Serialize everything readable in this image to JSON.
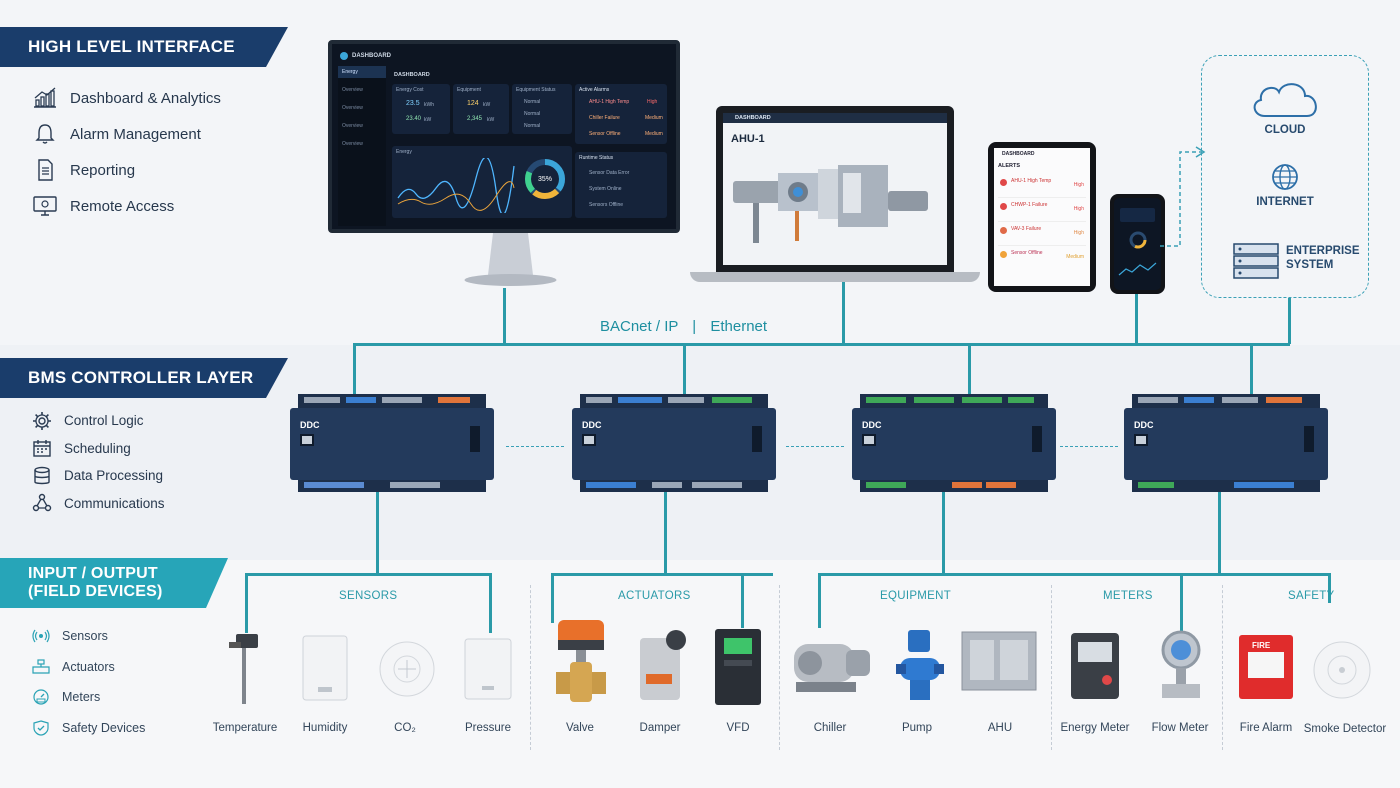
{
  "layers": {
    "high_level": {
      "title": "HIGH LEVEL INTERFACE",
      "items": [
        "Dashboard & Analytics",
        "Alarm Management",
        "Reporting",
        "Remote Access"
      ]
    },
    "controller": {
      "title": "BMS CONTROLLER LAYER",
      "items": [
        "Control Logic",
        "Scheduling",
        "Data Processing",
        "Communications"
      ]
    },
    "io": {
      "title_line1": "INPUT / OUTPUT",
      "title_line2": "(FIELD DEVICES)",
      "items": [
        "Sensors",
        "Actuators",
        "Meters",
        "Safety Devices"
      ]
    }
  },
  "monitor": {
    "title": "DASHBOARD",
    "sidebar": [
      "Energy",
      "Overview",
      "Overview",
      "Overview",
      "Overview"
    ],
    "cards": {
      "energy": {
        "title": "Energy Cost",
        "v1": "23.5",
        "u1": "kWh",
        "v2": "23.40",
        "u2": "kW"
      },
      "equipment": {
        "title": "Equipment",
        "v1": "124",
        "u1": "kW",
        "v2": "2,345",
        "u2": "kW"
      },
      "status": {
        "title": "Equipment Status",
        "rows": [
          "Normal",
          "Normal",
          "Normal"
        ]
      },
      "alarms": {
        "title": "Active Alarms",
        "rows": [
          "AHU-1 High Temp",
          "Chiller Failure",
          "Sensor Offline"
        ],
        "levels": [
          "High",
          "Medium",
          "Medium"
        ]
      },
      "chart_title": "Energy",
      "donut_value": "35%",
      "runtime": {
        "title": "Runtime Status",
        "rows": [
          "Sensor Data Error",
          "System Online",
          "Sensors Offline"
        ]
      }
    }
  },
  "laptop": {
    "title": "DASHBOARD",
    "unit": "AHU-1"
  },
  "tablet": {
    "title": "DASHBOARD",
    "header": "ALERTS",
    "alerts": [
      "AHU-1 High Temp",
      "CHWP-1 Failure",
      "VAV-3 Failure",
      "Sensor Offline"
    ],
    "levels": [
      "High",
      "High",
      "High",
      "Medium"
    ]
  },
  "cloud": {
    "items": [
      "CLOUD",
      "INTERNET",
      "ENTERPRISE SYSTEM"
    ]
  },
  "network": {
    "protocol": "BACnet / IP",
    "sep": "|",
    "medium": "Ethernet"
  },
  "controllers": [
    {
      "label": "DDC"
    },
    {
      "label": "DDC"
    },
    {
      "label": "DDC"
    },
    {
      "label": "DDC"
    }
  ],
  "field": {
    "sections": [
      "SENSORS",
      "ACTUATORS",
      "EQUIPMENT",
      "METERS",
      "SAFETY"
    ],
    "devices": {
      "sensors": [
        "Temperature",
        "Humidity",
        "CO₂",
        "Pressure"
      ],
      "actuators": [
        "Valve",
        "Damper",
        "VFD"
      ],
      "equipment": [
        "Chiller",
        "Pump",
        "AHU"
      ],
      "meters": [
        "Energy Meter",
        "Flow Meter"
      ],
      "safety": [
        "Fire Alarm",
        "Smoke Detector"
      ],
      "fire_panel_text": "FIRE"
    }
  },
  "colors": {
    "navy": "#1a3d6b",
    "teal": "#27a5b8",
    "line": "#2a9aa8"
  }
}
